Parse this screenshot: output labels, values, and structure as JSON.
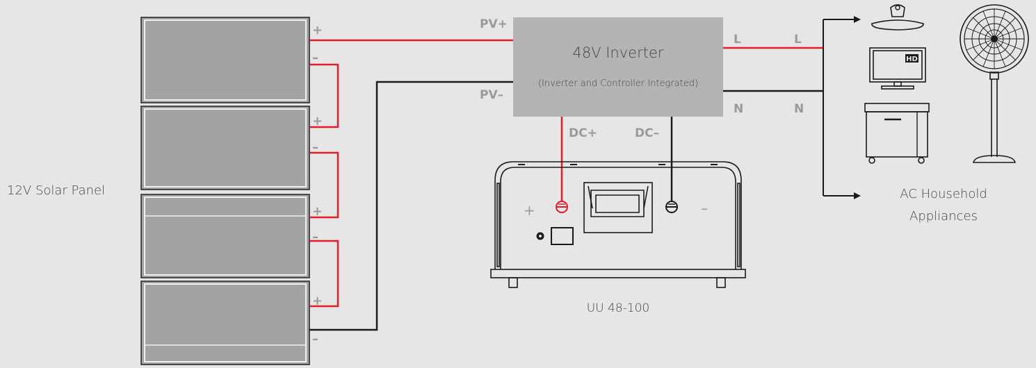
{
  "solar": {
    "label": "12V Solar Panel",
    "panels": [
      {
        "plus": "+",
        "minus": "–"
      },
      {
        "plus": "+",
        "minus": "–"
      },
      {
        "plus": "+",
        "minus": "–"
      },
      {
        "plus": "+",
        "minus": "–"
      }
    ]
  },
  "inverter": {
    "title": "48V Inverter",
    "subtitle": "(Inverter and Controller Integrated)",
    "pv_plus": "PV+",
    "pv_minus": "PV–",
    "dc_plus": "DC+",
    "dc_minus": "DC–",
    "out_l": "L",
    "out_n": "N"
  },
  "ac_line": {
    "l": "L",
    "n": "N"
  },
  "battery": {
    "label": "UU 48-100",
    "plus": "+",
    "minus": "–"
  },
  "appliances": {
    "label_line1": "AC Household",
    "label_line2": "Appliances",
    "tv_badge": "HD",
    "icons": [
      "lamp-icon",
      "tv-icon",
      "fridge-icon",
      "fan-icon"
    ]
  },
  "colors": {
    "positive_wire": "#e01c2a",
    "negative_wire": "#1a1a1a",
    "background": "#e6e6e6",
    "panel_fill": "#a3a3a3",
    "inverter_fill": "#b4b4b4"
  }
}
